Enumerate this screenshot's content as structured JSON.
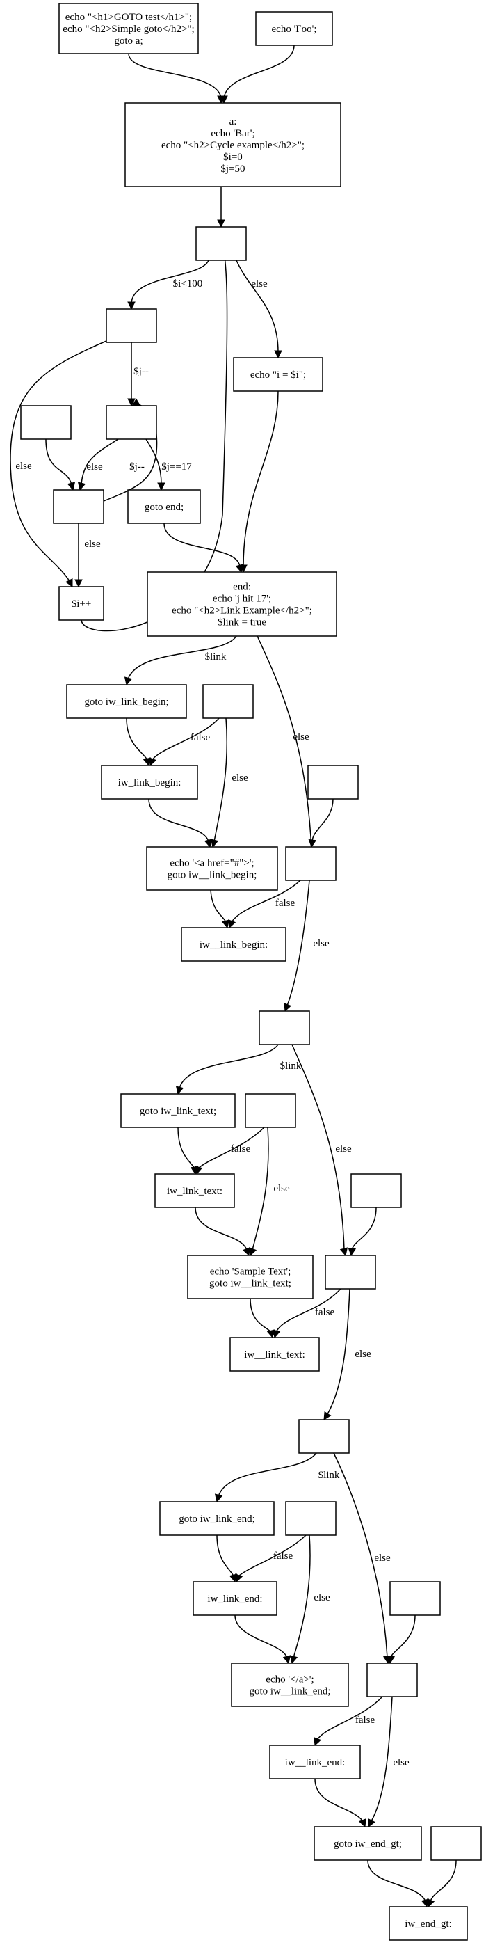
{
  "diagram": {
    "nodes": [
      {
        "id": "n1",
        "lines": [
          "echo \"<h1>GOTO test</h1>\";",
          "echo \"<h2>Simple goto</h2>\";",
          "goto a;"
        ]
      },
      {
        "id": "n2",
        "lines": [
          "echo 'Foo';"
        ]
      },
      {
        "id": "n3",
        "lines": [
          "a:",
          "echo 'Bar';",
          "echo \"<h2>Cycle example</h2>\";",
          "$i=0",
          "$j=50"
        ]
      },
      {
        "id": "n4",
        "lines": []
      },
      {
        "id": "n5",
        "lines": []
      },
      {
        "id": "n6",
        "lines": [
          "echo \"i = $i\";"
        ]
      },
      {
        "id": "n7",
        "lines": []
      },
      {
        "id": "n8",
        "lines": []
      },
      {
        "id": "n9",
        "lines": []
      },
      {
        "id": "n10",
        "lines": [
          "goto end;"
        ]
      },
      {
        "id": "n11",
        "lines": [
          "$i++"
        ]
      },
      {
        "id": "n12",
        "lines": [
          "end:",
          "echo 'j hit 17';",
          "echo \"<h2>Link Example</h2>\";",
          "$link = true"
        ]
      },
      {
        "id": "n13",
        "lines": [
          "goto iw_link_begin;"
        ]
      },
      {
        "id": "n14",
        "lines": []
      },
      {
        "id": "n15",
        "lines": [
          "iw_link_begin:"
        ]
      },
      {
        "id": "n16",
        "lines": []
      },
      {
        "id": "n17",
        "lines": [
          "echo '<a href=\"#\">';",
          "goto iw__link_begin;"
        ]
      },
      {
        "id": "n18",
        "lines": []
      },
      {
        "id": "n19",
        "lines": [
          "iw__link_begin:"
        ]
      },
      {
        "id": "n20",
        "lines": []
      },
      {
        "id": "n21",
        "lines": [
          "goto iw_link_text;"
        ]
      },
      {
        "id": "n22",
        "lines": []
      },
      {
        "id": "n23",
        "lines": [
          "iw_link_text:"
        ]
      },
      {
        "id": "n24",
        "lines": []
      },
      {
        "id": "n25",
        "lines": [
          "echo 'Sample Text';",
          "goto iw__link_text;"
        ]
      },
      {
        "id": "n26",
        "lines": []
      },
      {
        "id": "n27",
        "lines": [
          "iw__link_text:"
        ]
      },
      {
        "id": "n28",
        "lines": []
      },
      {
        "id": "n29",
        "lines": [
          "goto iw_link_end;"
        ]
      },
      {
        "id": "n30",
        "lines": []
      },
      {
        "id": "n31",
        "lines": [
          "iw_link_end:"
        ]
      },
      {
        "id": "n32",
        "lines": []
      },
      {
        "id": "n33",
        "lines": [
          "echo '</a>';",
          "goto iw__link_end;"
        ]
      },
      {
        "id": "n34",
        "lines": []
      },
      {
        "id": "n35",
        "lines": [
          "iw__link_end:"
        ]
      },
      {
        "id": "n36",
        "lines": [
          "goto iw_end_gt;"
        ]
      },
      {
        "id": "n37",
        "lines": []
      },
      {
        "id": "n38",
        "lines": [
          "iw_end_gt:"
        ]
      }
    ],
    "edges": [
      {
        "id": "e1",
        "label": ""
      },
      {
        "id": "e2",
        "label": ""
      },
      {
        "id": "e3",
        "label": ""
      },
      {
        "id": "e4",
        "label": "$i<100"
      },
      {
        "id": "e5",
        "label": "else"
      },
      {
        "id": "e6",
        "label": "$j--"
      },
      {
        "id": "e7",
        "label": "else"
      },
      {
        "id": "e8",
        "label": ""
      },
      {
        "id": "e9",
        "label": "else"
      },
      {
        "id": "e10",
        "label": "$j--"
      },
      {
        "id": "e11",
        "label": "$j==17"
      },
      {
        "id": "e12",
        "label": "else"
      },
      {
        "id": "e13",
        "label": ""
      },
      {
        "id": "e14",
        "label": ""
      },
      {
        "id": "e15",
        "label": ""
      },
      {
        "id": "e16",
        "label": "$link"
      },
      {
        "id": "e17",
        "label": "else"
      },
      {
        "id": "e18",
        "label": ""
      },
      {
        "id": "e19",
        "label": "false"
      },
      {
        "id": "e20",
        "label": "else"
      },
      {
        "id": "e21",
        "label": ""
      },
      {
        "id": "e22",
        "label": ""
      },
      {
        "id": "e23",
        "label": "false"
      },
      {
        "id": "e24",
        "label": "else"
      },
      {
        "id": "e25",
        "label": ""
      },
      {
        "id": "e26",
        "label": "$link"
      },
      {
        "id": "e27",
        "label": "else"
      },
      {
        "id": "e28",
        "label": ""
      },
      {
        "id": "e29",
        "label": "false"
      },
      {
        "id": "e30",
        "label": "else"
      },
      {
        "id": "e31",
        "label": ""
      },
      {
        "id": "e32",
        "label": ""
      },
      {
        "id": "e33",
        "label": "false"
      },
      {
        "id": "e34",
        "label": "else"
      },
      {
        "id": "e35",
        "label": ""
      },
      {
        "id": "e36",
        "label": "$link"
      },
      {
        "id": "e37",
        "label": "else"
      },
      {
        "id": "e38",
        "label": ""
      },
      {
        "id": "e39",
        "label": "false"
      },
      {
        "id": "e40",
        "label": "else"
      },
      {
        "id": "e41",
        "label": ""
      },
      {
        "id": "e42",
        "label": ""
      },
      {
        "id": "e43",
        "label": "false"
      },
      {
        "id": "e44",
        "label": "else"
      },
      {
        "id": "e45",
        "label": ""
      },
      {
        "id": "e46",
        "label": ""
      }
    ]
  }
}
